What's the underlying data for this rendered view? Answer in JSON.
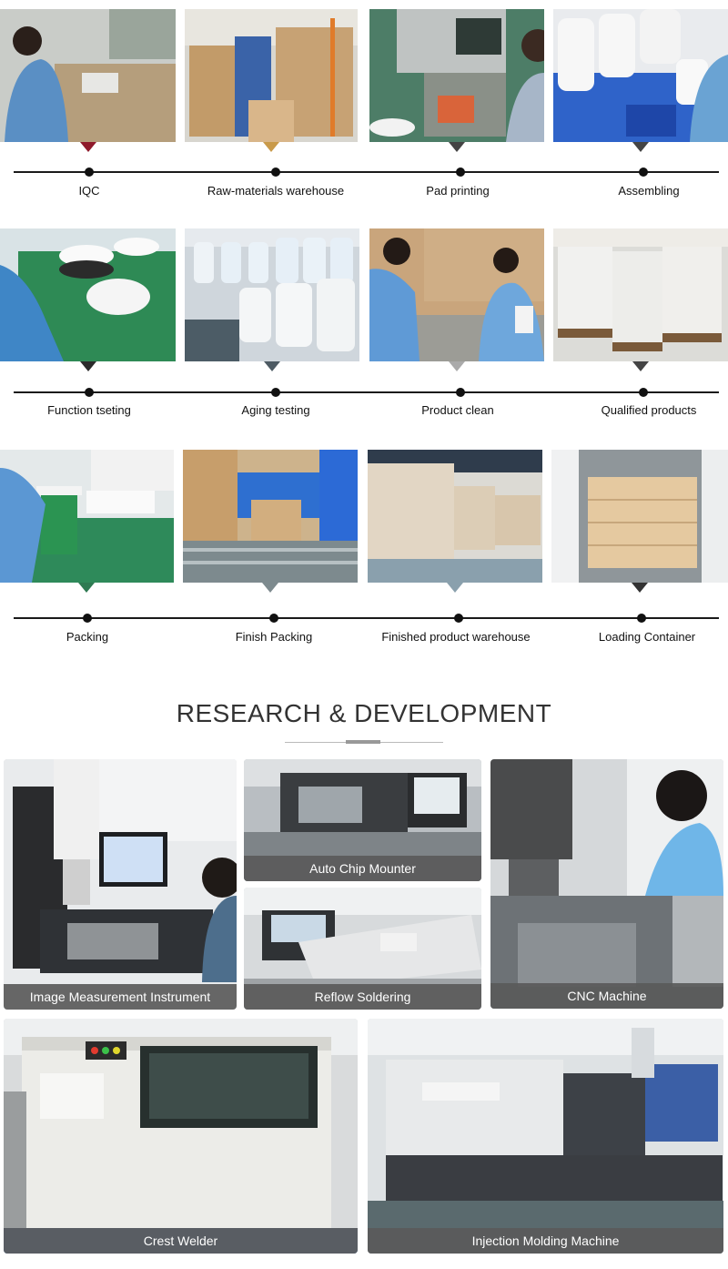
{
  "process": {
    "rows": [
      {
        "steps": [
          {
            "label": "IQC",
            "photo": "worker-inspecting-parts-at-bench"
          },
          {
            "label": "Raw-materials warehouse",
            "photo": "warehouse-shelves-with-boxes"
          },
          {
            "label": "Pad printing",
            "photo": "pad-printing-machine"
          },
          {
            "label": "Assembling",
            "photo": "worker-assembling-white-units"
          }
        ]
      },
      {
        "steps": [
          {
            "label": "Function tseting",
            "photo": "hand-testing-white-device"
          },
          {
            "label": "Aging testing",
            "photo": "rows-of-lit-white-devices"
          },
          {
            "label": "Product clean",
            "photo": "two-workers-cleaning-products"
          },
          {
            "label": "Qualified products",
            "photo": "stacked-white-products-on-pallets"
          }
        ]
      },
      {
        "steps": [
          {
            "label": "Packing",
            "photo": "worker-packing-green-box"
          },
          {
            "label": "Finish Packing",
            "photo": "carton-sealing-conveyor"
          },
          {
            "label": "Finished product warehouse",
            "photo": "stacked-cartons-in-warehouse"
          },
          {
            "label": "Loading Container",
            "photo": "cartons-inside-shipping-container"
          }
        ]
      }
    ]
  },
  "rd": {
    "title": "RESEARCH & DEVELOPMENT",
    "items": [
      {
        "label": "Image Measurement Instrument"
      },
      {
        "label": "Auto Chip Mounter"
      },
      {
        "label": "Reflow Soldering"
      },
      {
        "label": "CNC Machine"
      },
      {
        "label": "Crest Welder"
      },
      {
        "label": "Injection Molding Machine"
      }
    ]
  },
  "colors": {
    "label_bg": "#5a5a5a",
    "timeline": "#1a1a1a"
  }
}
